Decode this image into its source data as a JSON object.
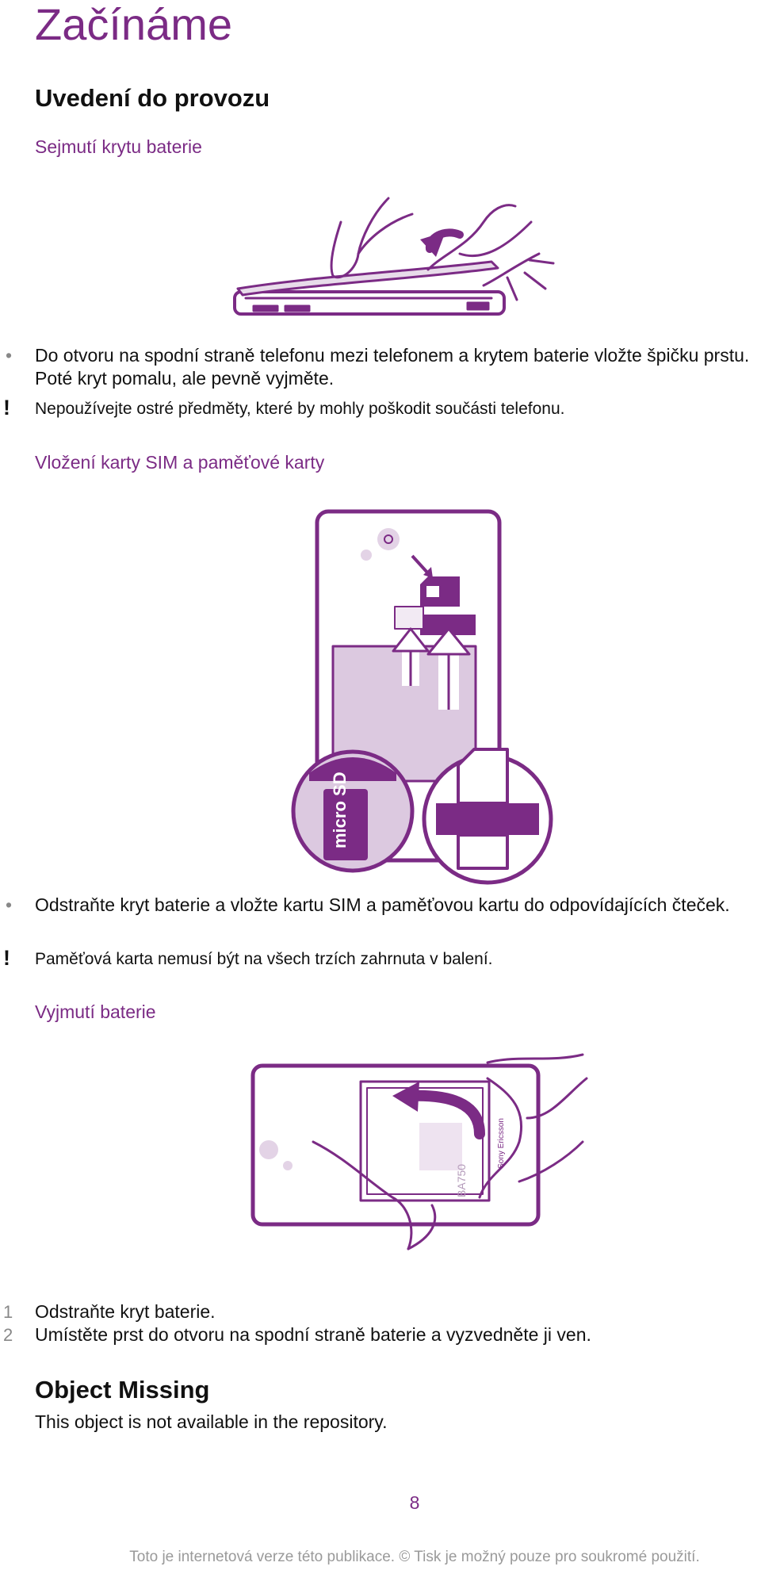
{
  "chapter_title": "Začínáme",
  "section_title": "Uvedení do provozu",
  "cover_section": {
    "title": "Sejmutí krytu baterie",
    "bullet_text": "Do otvoru na spodní straně telefonu mezi telefonem a krytem baterie vložte špičku prstu. Poté kryt pomalu, ale pevně vyjměte.",
    "warning_text": "Nepoužívejte ostré předměty, které by mohly poškodit součásti telefonu."
  },
  "sim_section": {
    "title": "Vložení karty SIM a paměťové karty",
    "bullet_text": "Odstraňte kryt baterie a vložte kartu SIM a paměťovou kartu do odpovídajících čteček.",
    "warning_text": "Paměťová karta nemusí být na všech trzích zahrnuta v balení.",
    "microsd_label": "micro SD"
  },
  "battery_section": {
    "title": "Vyjmutí baterie",
    "battery_brand_label": "Sony Ericsson",
    "battery_model_label": "BA750",
    "steps": [
      {
        "number": "1",
        "text": "Odstraňte kryt baterie."
      },
      {
        "number": "2",
        "text": "Umístěte prst do otvoru na spodní straně baterie a vyzvedněte ji ven."
      }
    ]
  },
  "missing_object": {
    "title": "Object Missing",
    "text": "This object is not available in the repository."
  },
  "page_number": "8",
  "footer_text": "Toto je internetová verze této publikace. © Tisk je možný pouze pro soukromé použití.",
  "colors": {
    "accent": "#7b2b85",
    "accent_light": "#d9c5de",
    "muted": "#9a9a9a"
  }
}
